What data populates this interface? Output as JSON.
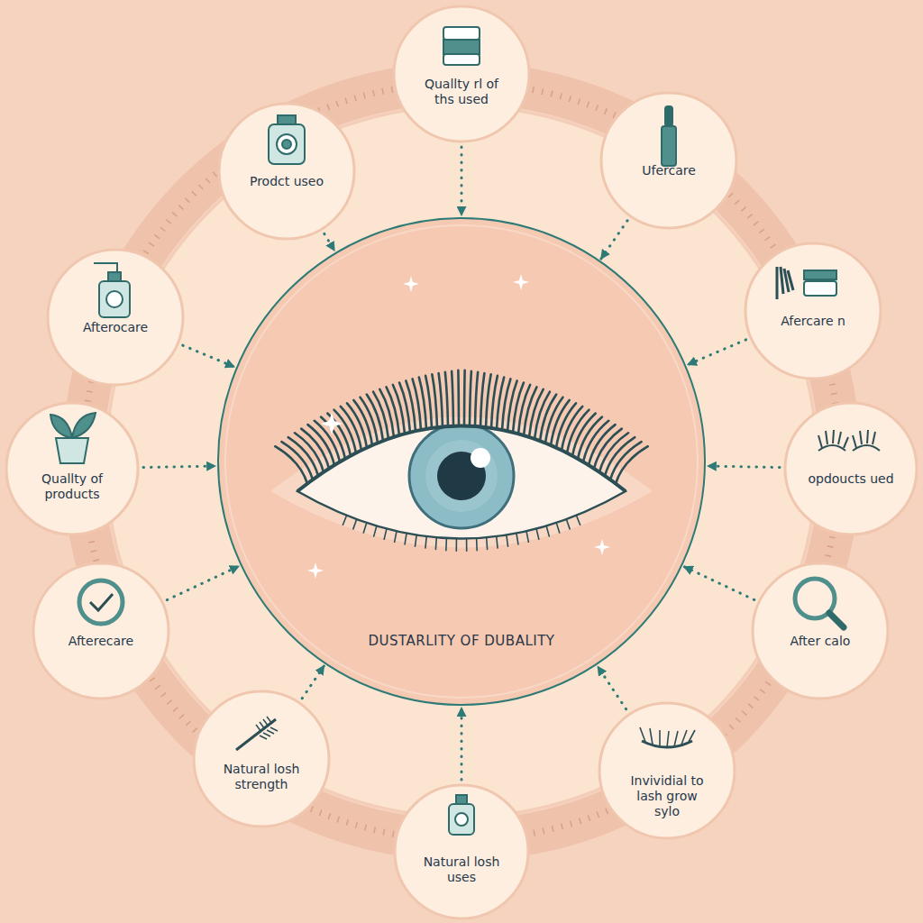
{
  "diagram": {
    "nodes": [
      {
        "text": [
          "Quallty rl of ths used"
        ]
      },
      {
        "text": [
          "Prodct useo"
        ]
      },
      {
        "text": [
          "Ufercare"
        ]
      },
      {
        "text": [
          "Afterocare"
        ]
      },
      {
        "text": [
          "Afercare n"
        ]
      },
      {
        "text": [
          "Quallty of products"
        ]
      },
      {
        "text": [
          "opdoucts ued"
        ]
      },
      {
        "text": [
          "Afterecare"
        ]
      },
      {
        "text": [
          "After calo"
        ]
      },
      {
        "text": [
          "Natural losh strength"
        ]
      },
      {
        "text": [
          "Invividial to lash grow sylo"
        ]
      },
      {
        "text": [
          "Natural losh uses"
        ]
      },
      {
        "text": [
          "DUSTARLITY OF DUBALITY"
        ]
      }
    ],
    "edges": [
      {
        "from": 0,
        "to": 12,
        "arrow": "to"
      },
      {
        "from": 1,
        "to": 12,
        "arrow": "to"
      },
      {
        "from": 2,
        "to": 12,
        "arrow": "to"
      },
      {
        "from": 3,
        "to": 12,
        "arrow": "to"
      },
      {
        "from": 4,
        "to": 12,
        "arrow": "to"
      },
      {
        "from": 5,
        "to": 12,
        "arrow": "to"
      },
      {
        "from": 6,
        "to": 12,
        "arrow": "to"
      },
      {
        "from": 7,
        "to": 12,
        "arrow": "to"
      },
      {
        "from": 8,
        "to": 12,
        "arrow": "to"
      },
      {
        "from": 9,
        "to": 12,
        "arrow": "to"
      },
      {
        "from": 10,
        "to": 12,
        "arrow": "to"
      },
      {
        "from": 11,
        "to": 12,
        "arrow": "to"
      }
    ]
  }
}
